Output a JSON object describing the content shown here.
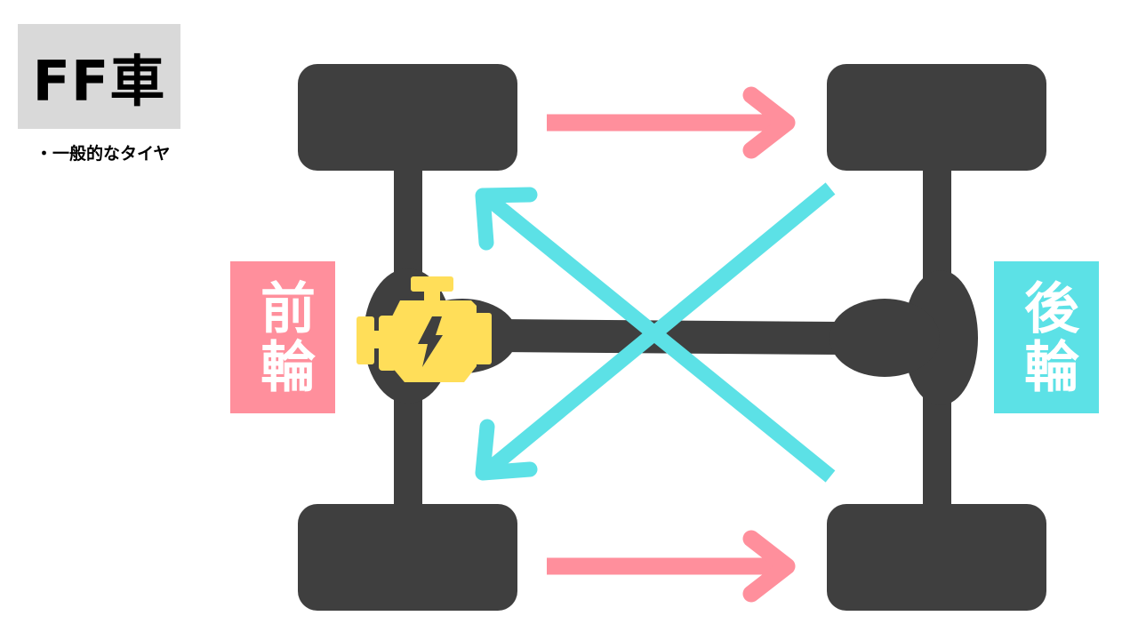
{
  "title": "FF車",
  "bullet": "・一般的なタイヤ",
  "front_label": "前輪",
  "rear_label": "後輪",
  "colors": {
    "chassis": "#3f3f3f",
    "engine": "#ffde59",
    "pink": "#ff8f9c",
    "cyan": "#5ce1e6",
    "title_bg": "#d9d9d9"
  },
  "icons": [
    "engine-icon",
    "lightning-icon"
  ]
}
